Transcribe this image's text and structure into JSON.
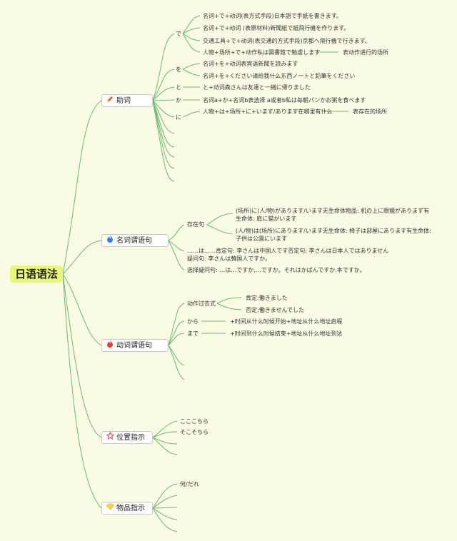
{
  "root": "日语语法",
  "branches": {
    "particles": {
      "label": "助词",
      "icon": "pencil-icon",
      "groups": {
        "de": {
          "label": "で",
          "items": [
            "名词+で+动词(表方式手段)日本語で手紙を書きます。",
            "名词+で+动词 (表原材料)新聞紙で紙飛行機を作ります。",
            "交通工具+で+动词(表交通的方式手段)京都へ飛行機で行きます。",
            "人物+场所+で+动作私は図書館で勉虐します"
          ],
          "note": "表动作进行的场所"
        },
        "wo": {
          "label": "を",
          "items": [
            "名词+を+动词表宾语新聞を読みます",
            "名词+を+ください请给我什么东西ノートと鉛筆をください"
          ]
        },
        "to": {
          "label": "と",
          "items": [
            "と+动词森さんは友達と一緒に帰りました"
          ]
        },
        "ka": {
          "label": "か",
          "items": [
            "名词a+か+名词b表选择 a或者b私は毎朝パンかお粥を食べます"
          ]
        },
        "ni": {
          "label": "に",
          "items": [
            "人物+は+场所+に+います/あります在哪里有什么"
          ],
          "note": "表存在的场所"
        }
      }
    },
    "noun_predicate": {
      "label": "名词谓语句",
      "icon": "fire-icon",
      "existence": {
        "label": "存在句",
        "items": [
          "(场所)に(人/物)があります/います无生命体物品: 机の上に眼鏡がありまず有生命体: 庭に猫がいます",
          "(人/物)は(场所)にあります/います无生命体: 椅子は部屋にあります有生命体: 子供は公園にいます"
        ]
      },
      "items": [
        "……は……肯定句: 李さんは中国人です否定句: 李さんは日本人ではありません",
        "疑问句: 李さんは韓国人ですか。",
        "选择疑问句: …は…ですか,…ですか。それはかばんですか.本ですか。"
      ]
    },
    "verb_predicate": {
      "label": "动词谓语句",
      "icon": "fire-icon",
      "past": {
        "label": "动作过去式",
        "items": [
          "肯定:働きました",
          "否定:働きませんでした"
        ]
      },
      "kara": {
        "label": "から",
        "item": "+时间从什么时候开始+地址从什么地址启程"
      },
      "made": {
        "label": "まで",
        "item": "+时间到什么时候结束+地址从什么地址到达"
      }
    },
    "location": {
      "label": "位置指示",
      "icon": "star-icon",
      "items": [
        "こここちら",
        "そこそちら"
      ]
    },
    "object": {
      "label": "物品指示",
      "icon": "diamond-icon",
      "items": [
        "何/だれ"
      ]
    }
  },
  "colors": {
    "line": "#6cb86c",
    "root_fill": "#e9f579",
    "background": "#fafbe4"
  }
}
